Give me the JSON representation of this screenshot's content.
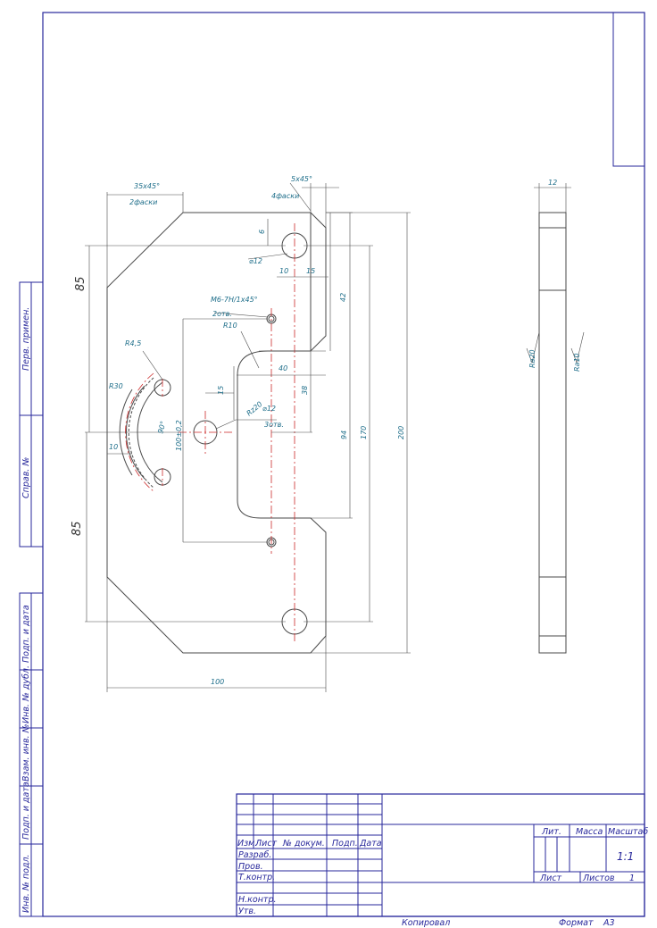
{
  "drawing": {
    "dims": {
      "chamfer_left": "35x45°",
      "chamfer_left_note": "2фаски",
      "chamfer_right": "5x45°",
      "chamfer_right_note": "4фаски",
      "dim_85_top": "85",
      "dim_85_bottom": "85",
      "dim_6": "6",
      "dim_12_hole": "⌀12",
      "dim_10_top": "10",
      "dim_15_top": "15",
      "dim_42": "42",
      "thread": "M6-7H/1x45°",
      "thread_note": "2отв.",
      "r10": "R10",
      "r45": "R4,5",
      "r30": "R30",
      "dim_40": "40",
      "dim_38": "38",
      "dim_15_mid": "15",
      "rz": "Rz20",
      "dia12_note_a": "⌀12",
      "dia12_note_b": "3отв.",
      "angle_90": "90°",
      "dim_100_02": "100±0,2",
      "dim_10_left": "10",
      "dim_94": "94",
      "dim_170": "170",
      "dim_200": "200",
      "dim_100": "100",
      "dim_12_side": "12",
      "ra_left": "Ra20",
      "ra_right": "Ra10"
    }
  },
  "side_stamp": {
    "perv_primen": "Перв. примен.",
    "sprav_no": "Справ. №",
    "podp_data_1": "Подп. и дата",
    "inv_dubl": "Инв. № дубл.",
    "vzam_inv": "Взам. инв. №",
    "podp_data_2": "Подп. и дата",
    "inv_podl": "Инв. № подл."
  },
  "title_block": {
    "izm": "Изм.",
    "list": "Лист",
    "n_dokum": "№ докум.",
    "podp": "Подп.",
    "data": "Дата",
    "razrab": "Разраб.",
    "prov": "Пров.",
    "t_kontr": "Т.контр.",
    "n_kontr": "Н.контр.",
    "utv": "Утв.",
    "lit": "Лит.",
    "massa": "Масса",
    "masshtab": "Масштаб",
    "scale_value": "1:1",
    "sheet": "Лист",
    "sheets": "Листов",
    "sheets_value": "1"
  },
  "footer": {
    "copied": "Копировал",
    "format": "Формат",
    "format_value": "А3"
  }
}
